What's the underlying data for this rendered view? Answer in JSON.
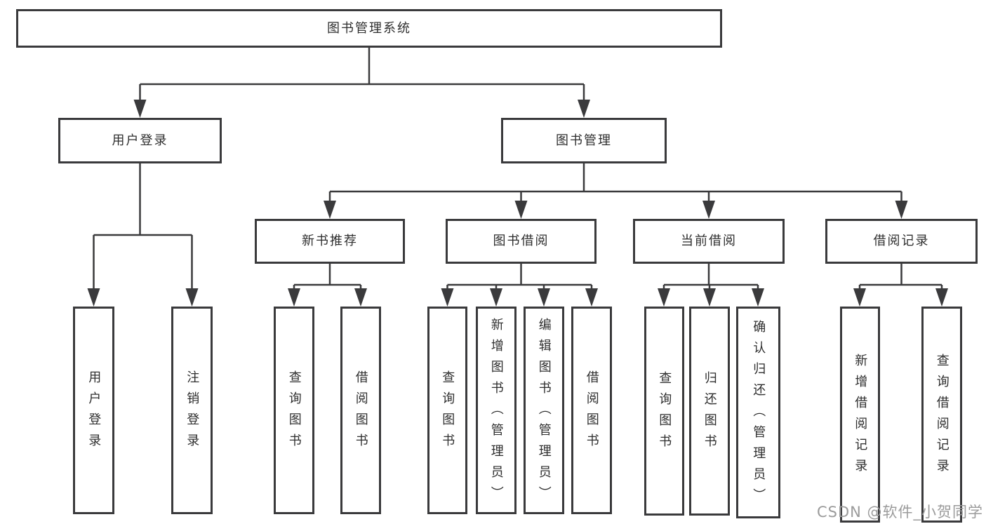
{
  "diagram": {
    "type": "hierarchy-tree",
    "colors": {
      "line": "#3a3a3c",
      "box_border": "#3a3a3c",
      "box_background": "#ffffff",
      "text": "#2e2e2e",
      "watermark_text": "#9b9b9b"
    },
    "nodes": {
      "root": {
        "label": "图书管理系统"
      },
      "user_login_group": {
        "label": "用户登录"
      },
      "book_management": {
        "label": "图书管理"
      },
      "new_book_recommend": {
        "label": "新书推荐"
      },
      "book_borrowing": {
        "label": "图书借阅"
      },
      "current_borrowing": {
        "label": "当前借阅"
      },
      "borrowing_records": {
        "label": "借阅记录"
      },
      "leaf_user_login": {
        "label": "用户登录"
      },
      "leaf_logout": {
        "label": "注销登录"
      },
      "leaf_query_book_recommend": {
        "label": "查询图书"
      },
      "leaf_borrow_book_recommend": {
        "label": "借阅图书"
      },
      "leaf_query_book_borrowing": {
        "label": "查询图书"
      },
      "leaf_add_book_admin": {
        "label": "新增图书（管理员）"
      },
      "leaf_edit_book_admin": {
        "label": "编辑图书（管理员）"
      },
      "leaf_borrow_book_borrowing": {
        "label": "借阅图书"
      },
      "leaf_query_book_current": {
        "label": "查询图书"
      },
      "leaf_return_book": {
        "label": "归还图书"
      },
      "leaf_confirm_return_admin": {
        "label": "确认归还（管理员）"
      },
      "leaf_add_borrow_record": {
        "label": "新增借阅记录"
      },
      "leaf_query_borrow_record": {
        "label": "查询借阅记录"
      }
    },
    "structure": [
      {
        "parent": "root",
        "children": [
          "user_login_group",
          "book_management"
        ]
      },
      {
        "parent": "user_login_group",
        "children": [
          "leaf_user_login",
          "leaf_logout"
        ]
      },
      {
        "parent": "book_management",
        "children": [
          "new_book_recommend",
          "book_borrowing",
          "current_borrowing",
          "borrowing_records"
        ]
      },
      {
        "parent": "new_book_recommend",
        "children": [
          "leaf_query_book_recommend",
          "leaf_borrow_book_recommend"
        ]
      },
      {
        "parent": "book_borrowing",
        "children": [
          "leaf_query_book_borrowing",
          "leaf_add_book_admin",
          "leaf_edit_book_admin",
          "leaf_borrow_book_borrowing"
        ]
      },
      {
        "parent": "current_borrowing",
        "children": [
          "leaf_query_book_current",
          "leaf_return_book",
          "leaf_confirm_return_admin"
        ]
      },
      {
        "parent": "borrowing_records",
        "children": [
          "leaf_add_borrow_record",
          "leaf_query_borrow_record"
        ]
      }
    ],
    "watermark": "CSDN @软件_小贺同学"
  }
}
